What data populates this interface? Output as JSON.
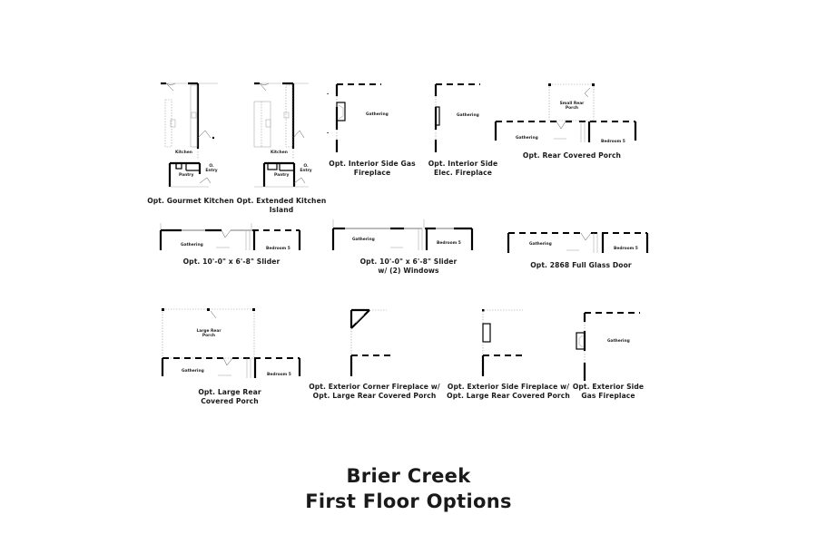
{
  "title": {
    "line1": "Brier Creek",
    "line2": "First Floor Options"
  },
  "options": [
    {
      "id": "gourmet-kitchen",
      "caption": [
        "Opt. Gourmet Kitchen"
      ],
      "rooms": [
        "Kitchen",
        "Pantry",
        "O. Entry"
      ]
    },
    {
      "id": "extended-kitchen-island",
      "caption": [
        "Opt. Extended Kitchen",
        "Island"
      ],
      "rooms": [
        "Kitchen",
        "Pantry",
        "O. Entry"
      ]
    },
    {
      "id": "interior-side-gas-fireplace",
      "caption": [
        "Opt. Interior Side Gas",
        "Fireplace"
      ],
      "rooms": [
        "Gathering"
      ]
    },
    {
      "id": "interior-side-elec-fireplace",
      "caption": [
        "Opt. Interior Side",
        "Elec. Fireplace"
      ],
      "rooms": [
        "Gathering"
      ]
    },
    {
      "id": "rear-covered-porch",
      "caption": [
        "Opt. Rear Covered Porch"
      ],
      "rooms": [
        "Small Rear Porch",
        "Gathering",
        "Bedroom 5"
      ]
    },
    {
      "id": "slider-10x68",
      "caption": [
        "Opt. 10'-0\" x 6'-8\" Slider"
      ],
      "rooms": [
        "Gathering",
        "Bedroom 5"
      ]
    },
    {
      "id": "slider-10x68-2-windows",
      "caption": [
        "Opt. 10'-0\" x 6'-8\" Slider",
        "w/ (2) Windows"
      ],
      "rooms": [
        "Gathering",
        "Bedroom 5"
      ]
    },
    {
      "id": "full-glass-door-2868",
      "caption": [
        "Opt. 2868 Full Glass Door"
      ],
      "rooms": [
        "Gathering",
        "Bedroom 5"
      ]
    },
    {
      "id": "large-rear-covered-porch",
      "caption": [
        "Opt. Large Rear",
        "Covered Porch"
      ],
      "rooms": [
        "Large Rear Porch",
        "Gathering",
        "Bedroom 5"
      ]
    },
    {
      "id": "exterior-corner-fireplace",
      "caption": [
        "Opt. Exterior Corner Fireplace w/",
        "Opt. Large Rear Covered Porch"
      ],
      "rooms": []
    },
    {
      "id": "exterior-side-fireplace",
      "caption": [
        "Opt. Exterior Side Fireplace w/",
        "Opt. Large Rear Covered Porch"
      ],
      "rooms": []
    },
    {
      "id": "exterior-side-gas-fireplace",
      "caption": [
        "Opt. Exterior Side",
        "Gas Fireplace"
      ],
      "rooms": [
        "Gathering"
      ]
    }
  ]
}
